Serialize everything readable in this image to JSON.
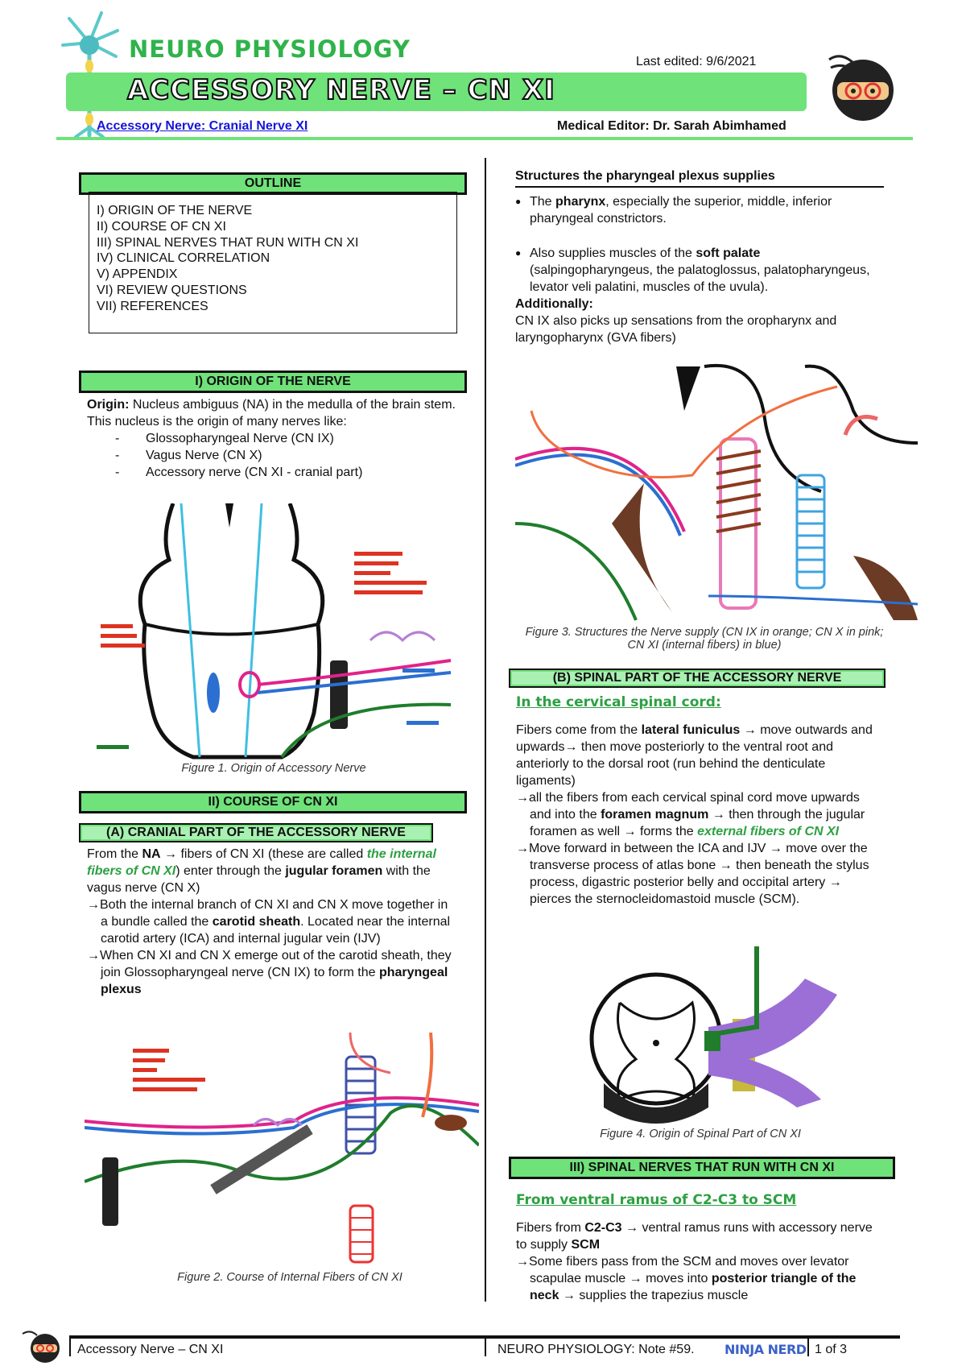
{
  "header": {
    "brand": "NEURO PHYSIOLOGY",
    "title": "ACCESSORY NERVE – CN XI",
    "last_edited": "Last edited: 9/6/2021",
    "link": "Accessory Nerve: Cranial Nerve XI",
    "editor": "Medical Editor: Dr. Sarah Abimhamed"
  },
  "outline": {
    "heading": "OUTLINE",
    "items": [
      "I) ORIGIN OF THE NERVE",
      "II) COURSE OF CN XI",
      "III) SPINAL NERVES THAT RUN WITH CN XI",
      "IV) CLINICAL CORRELATION",
      "V) APPENDIX",
      "VI) REVIEW QUESTIONS",
      "VII) REFERENCES"
    ]
  },
  "origin": {
    "heading": "I) ORIGIN OF THE NERVE",
    "origin_label": "Origin:",
    "origin_text": " Nucleus ambiguus (NA) in the medulla of the brain stem.",
    "intro": "This nucleus is the origin of many nerves like:",
    "nerves": [
      "Glossopharyngeal Nerve (CN IX)",
      "Vagus Nerve (CN X)",
      "Accessory nerve (CN XI - cranial part)"
    ],
    "fig_caption": "Figure 1. Origin of Accessory Nerve"
  },
  "course": {
    "heading": "II) COURSE OF CN XI",
    "sub_a": "(A) CRANIAL PART OF THE ACCESSORY NERVE",
    "p1_a": "From the ",
    "p1_b": "NA",
    "p1_c": " → fibers of CN XI (these are called ",
    "p1_d": "the internal fibers of CN XI",
    "p1_e": ") enter through the ",
    "p1_f": "jugular foramen",
    "p1_g": " with the vagus nerve (CN X)",
    "p2_a": "→Both the internal branch of CN XI and CN X move together in a bundle called the ",
    "p2_b": "carotid sheath",
    "p2_c": ". Located near the internal carotid artery (ICA) and internal jugular vein (IJV)",
    "p3_a": "→When CN XI and CN X emerge out of the carotid sheath, they join Glossopharyngeal nerve (CN IX) to form the ",
    "p3_b": "pharyngeal plexus",
    "fig_caption": "Figure 2. Course of Internal Fibers of CN XI"
  },
  "plexus": {
    "heading": "Structures the pharyngeal plexus supplies",
    "b1_a": "The ",
    "b1_b": "pharynx",
    "b1_c": ", especially the superior, middle, inferior pharyngeal constrictors.",
    "b2_a": "Also supplies muscles of the ",
    "b2_b": "soft palate",
    "b2_c": " (salpingopharyngeus, the palatoglossus, palatopharyngeus, levator veli palatini, muscles of the uvula).",
    "add_label": "Additionally:",
    "add_text": "CN IX also picks up sensations from the oropharynx and laryngopharynx (GVA fibers)",
    "fig_caption": "Figure 3. Structures the Nerve supply (CN IX in orange; CN X in pink; CN XI (internal fibers) in blue)"
  },
  "spinal": {
    "heading": "(B) SPINAL PART OF THE ACCESSORY NERVE",
    "sub": "In the cervical spinal cord:",
    "p1_a": "Fibers come from the ",
    "p1_b": "lateral funiculus",
    "p1_c": " → move outwards and upwards→ then move posteriorly to the ventral root and anteriorly to the dorsal root (run behind the denticulate ligaments)",
    "p2_a": "→all the fibers from each cervical spinal cord move upwards and into the ",
    "p2_b": "foramen magnum",
    "p2_c": " → then through the jugular foramen as well → forms the ",
    "p2_d": "external fibers of CN XI",
    "p3": "→Move forward in between the ICA and IJV → move over the transverse process of atlas bone → then beneath the stylus process, digastric posterior belly and occipital artery → pierces the sternocleidomastoid muscle (SCM).",
    "fig_caption": "Figure 4. Origin of Spinal Part of CN XI"
  },
  "spinal_nerves": {
    "heading": "III) SPINAL NERVES THAT RUN WITH CN XI",
    "sub": "From ventral ramus of C2-C3 to SCM",
    "p1_a": "Fibers from ",
    "p1_b": "C2-C3",
    "p1_c": " → ventral ramus runs with accessory nerve to supply ",
    "p1_d": "SCM",
    "p2_a": "→Some fibers pass from the SCM and moves over levator scapulae muscle → moves into ",
    "p2_b": "posterior triangle of the neck",
    "p2_c": " → supplies the trapezius muscle"
  },
  "footer": {
    "left": "Accessory Nerve – CN XI",
    "note": "NEURO PHYSIOLOGY: Note #59.",
    "brand": "NINJA NERD",
    "page": "1 of 3"
  },
  "colors": {
    "accent": "#6fe27a",
    "brand_text": "#2fb34a",
    "link": "#1515d8"
  }
}
